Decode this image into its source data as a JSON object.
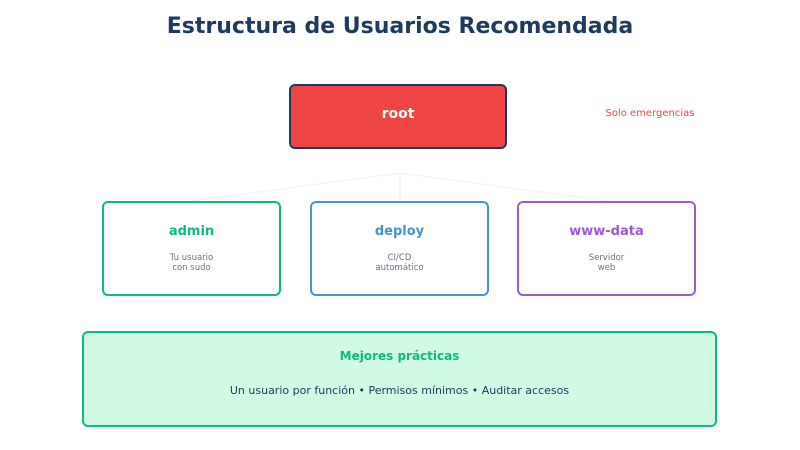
{
  "title": "Estructura de Usuarios Recomendada",
  "root": {
    "label": "root",
    "note": "Solo emergencias"
  },
  "users": [
    {
      "name": "admin",
      "desc": [
        "Tu usuario",
        "con sudo"
      ]
    },
    {
      "name": "deploy",
      "desc": [
        "CI/CD",
        "automático"
      ]
    },
    {
      "name": "www-data",
      "desc": [
        "Servidor",
        "web"
      ]
    }
  ],
  "practices": {
    "title": "Mejores prácticas",
    "text": "Un usuario por función • Permisos mínimos • Auditar accesos"
  },
  "colors": {
    "navy": "#1e3a5f",
    "root": "#ef4444",
    "admin": "#10b981",
    "deploy": "#4a90d9",
    "www_data": "#9b59d6",
    "practices_bg": "#d1fae5"
  }
}
